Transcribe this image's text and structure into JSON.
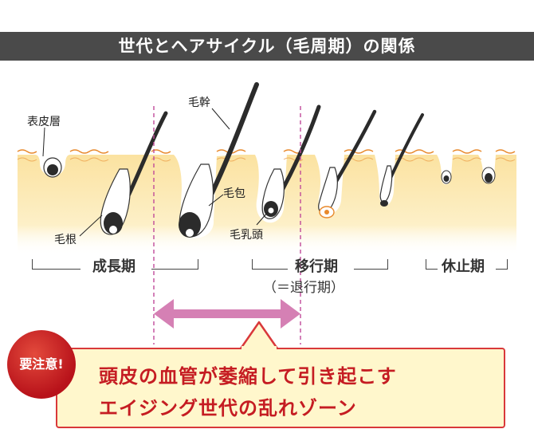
{
  "title": "世代とヘアサイクル（毛周期）の関係",
  "labels": {
    "epidermis": "表皮層",
    "hair_shaft": "毛幹",
    "hair_follicle": "毛包",
    "hair_root": "毛根",
    "dermal_papilla": "毛乳頭"
  },
  "phases": {
    "anagen": "成長期",
    "catagen": "移行期",
    "catagen_alt": "（＝退行期）",
    "telogen": "休止期"
  },
  "callout": {
    "badge": "要注意!",
    "line1": "頭皮の血管が萎縮して引き起こす",
    "line2": "エイジング世代の乱れゾーン"
  },
  "colors": {
    "title_bg": "#4a4a4a",
    "skin": "#fbe5a6",
    "skin_line": "#e8892c",
    "hair": "#2b2b2b",
    "zone_line": "#c04a9a",
    "arrow": "#d580b4",
    "callout_bg": "#fff7cc",
    "callout_border": "#d9383a",
    "callout_text": "#c51c22",
    "badge": "#c0181f"
  }
}
